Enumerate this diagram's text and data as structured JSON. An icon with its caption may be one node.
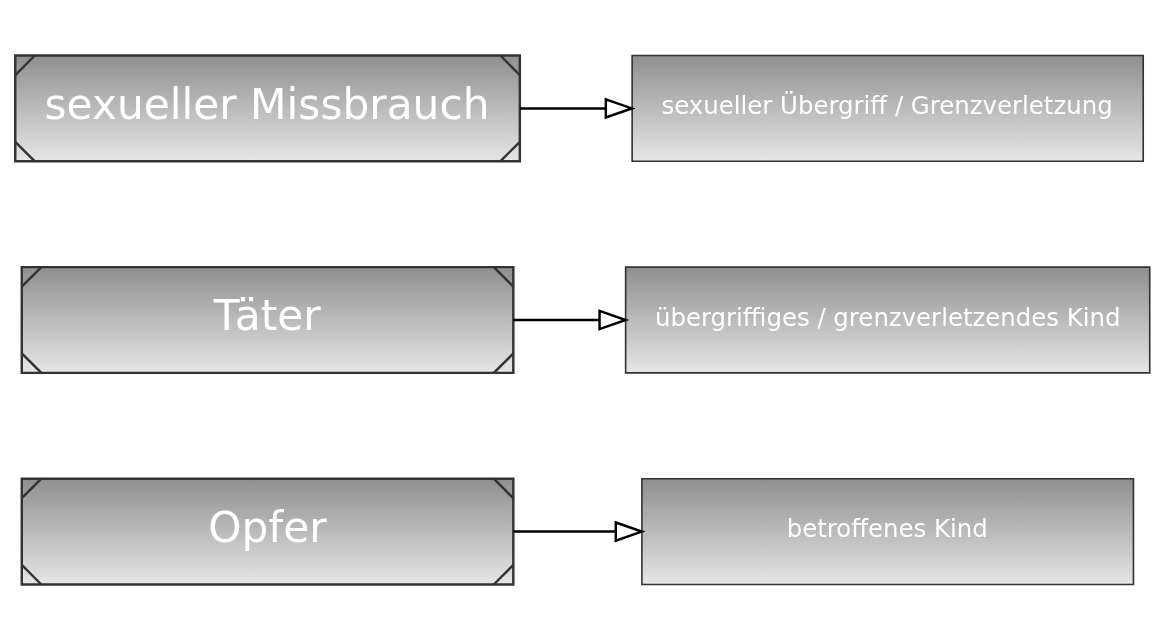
{
  "diagram": {
    "nodes": [
      {
        "text": [
          "sexueller Missbrauch"
        ]
      },
      {
        "text": [
          "sexueller Übergriff / Grenzverletzung"
        ]
      },
      {
        "text": [
          "Täter"
        ]
      },
      {
        "text": [
          "übergriffiges / grenzverletzendes Kind"
        ]
      },
      {
        "text": [
          "Opfer"
        ]
      },
      {
        "text": [
          "betroffenes Kind"
        ]
      }
    ],
    "edges": [
      {
        "from": 0,
        "to": 1,
        "arrow": "to"
      },
      {
        "from": 2,
        "to": 3,
        "arrow": "to"
      },
      {
        "from": 4,
        "to": 5,
        "arrow": "to"
      }
    ]
  }
}
